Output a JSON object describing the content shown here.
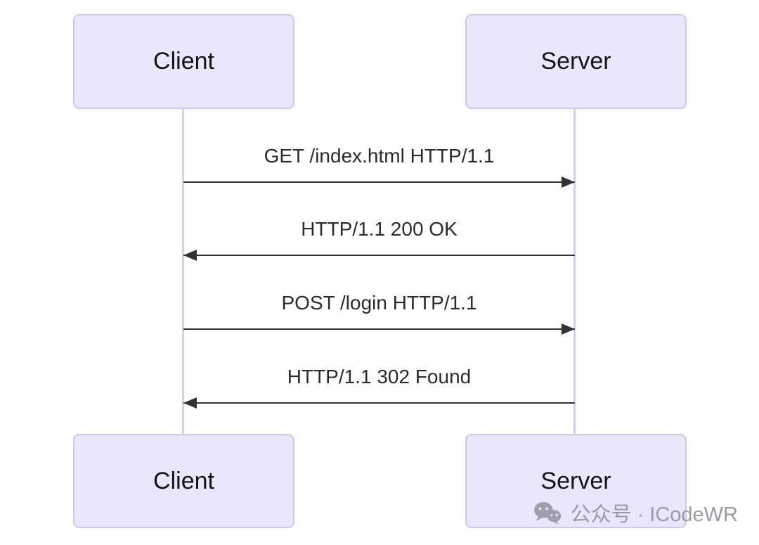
{
  "diagram": {
    "type": "sequence-diagram",
    "actors": [
      {
        "id": "client",
        "label": "Client"
      },
      {
        "id": "server",
        "label": "Server"
      }
    ],
    "messages": [
      {
        "from": "Client",
        "to": "Server",
        "direction": "right",
        "label": "GET /index.html HTTP/1.1",
        "arrow": "solid-filled"
      },
      {
        "from": "Server",
        "to": "Client",
        "direction": "left",
        "label": "HTTP/1.1 200 OK",
        "arrow": "solid-filled"
      },
      {
        "from": "Client",
        "to": "Server",
        "direction": "right",
        "label": "POST /login HTTP/1.1",
        "arrow": "solid-filled"
      },
      {
        "from": "Server",
        "to": "Client",
        "direction": "left",
        "label": "HTTP/1.1 302 Found",
        "arrow": "solid-filled"
      }
    ]
  },
  "watermark": {
    "icon": "wechat-icon",
    "text": "公众号 · ICodeWR"
  },
  "colors": {
    "background": "#ffffff",
    "actor_fill": "#e9e7fb",
    "actor_border": "#cfc6ee",
    "actor_text": "#141414",
    "lifeline": "#d9cff2",
    "arrow": "#333333",
    "message_text": "#2b2b2b",
    "watermark_text": "#9c99a6"
  }
}
